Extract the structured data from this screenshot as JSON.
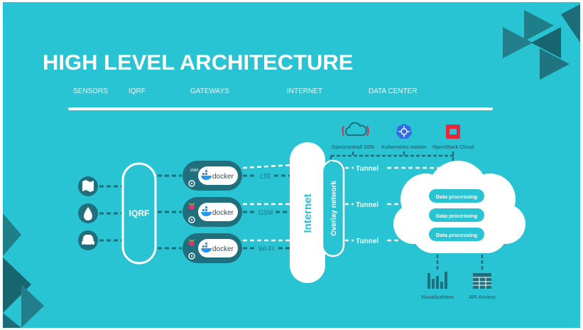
{
  "title": "HIGH LEVEL ARCHITECTURE",
  "sections": {
    "sensors": "SENSORS",
    "iqrf": "IQRF",
    "gateways": "GATEWAYS",
    "internet": "INTERNET",
    "data_center": "DATA CENTER"
  },
  "iqrf_label": "IQRF",
  "gateways": [
    {
      "brand": "intel",
      "platform": "docker",
      "link": "LTE"
    },
    {
      "brand": "",
      "platform": "docker",
      "link": "GSM"
    },
    {
      "brand": "",
      "platform": "docker",
      "link": "WI-FI"
    }
  ],
  "internet_label": "Internet",
  "overlay_label": "Overlay network",
  "tunnels": [
    "Tunnel",
    "Tunnel",
    "Tunnel"
  ],
  "services": [
    {
      "label": "Opencontrail SDN",
      "icon": "cloud-icon"
    },
    {
      "label": "Kubernetes master",
      "icon": "kubernetes-icon"
    },
    {
      "label": "OpenStack Cloud",
      "icon": "openstack-icon"
    }
  ],
  "data_processing": [
    "Data processing",
    "Data processing",
    "Data processing"
  ],
  "outputs": [
    {
      "label": "Visualizations",
      "icon": "bar-chart-icon"
    },
    {
      "label": "API Access",
      "icon": "table-icon"
    }
  ],
  "sensor_icons": [
    "map-icon",
    "drop-icon",
    "car-icon"
  ],
  "colors": {
    "background": "#29c4d4",
    "white": "#ffffff",
    "dark_teal": "#1f6f7d",
    "triangle": "#1a6b73",
    "openstack_red": "#e5283a"
  }
}
